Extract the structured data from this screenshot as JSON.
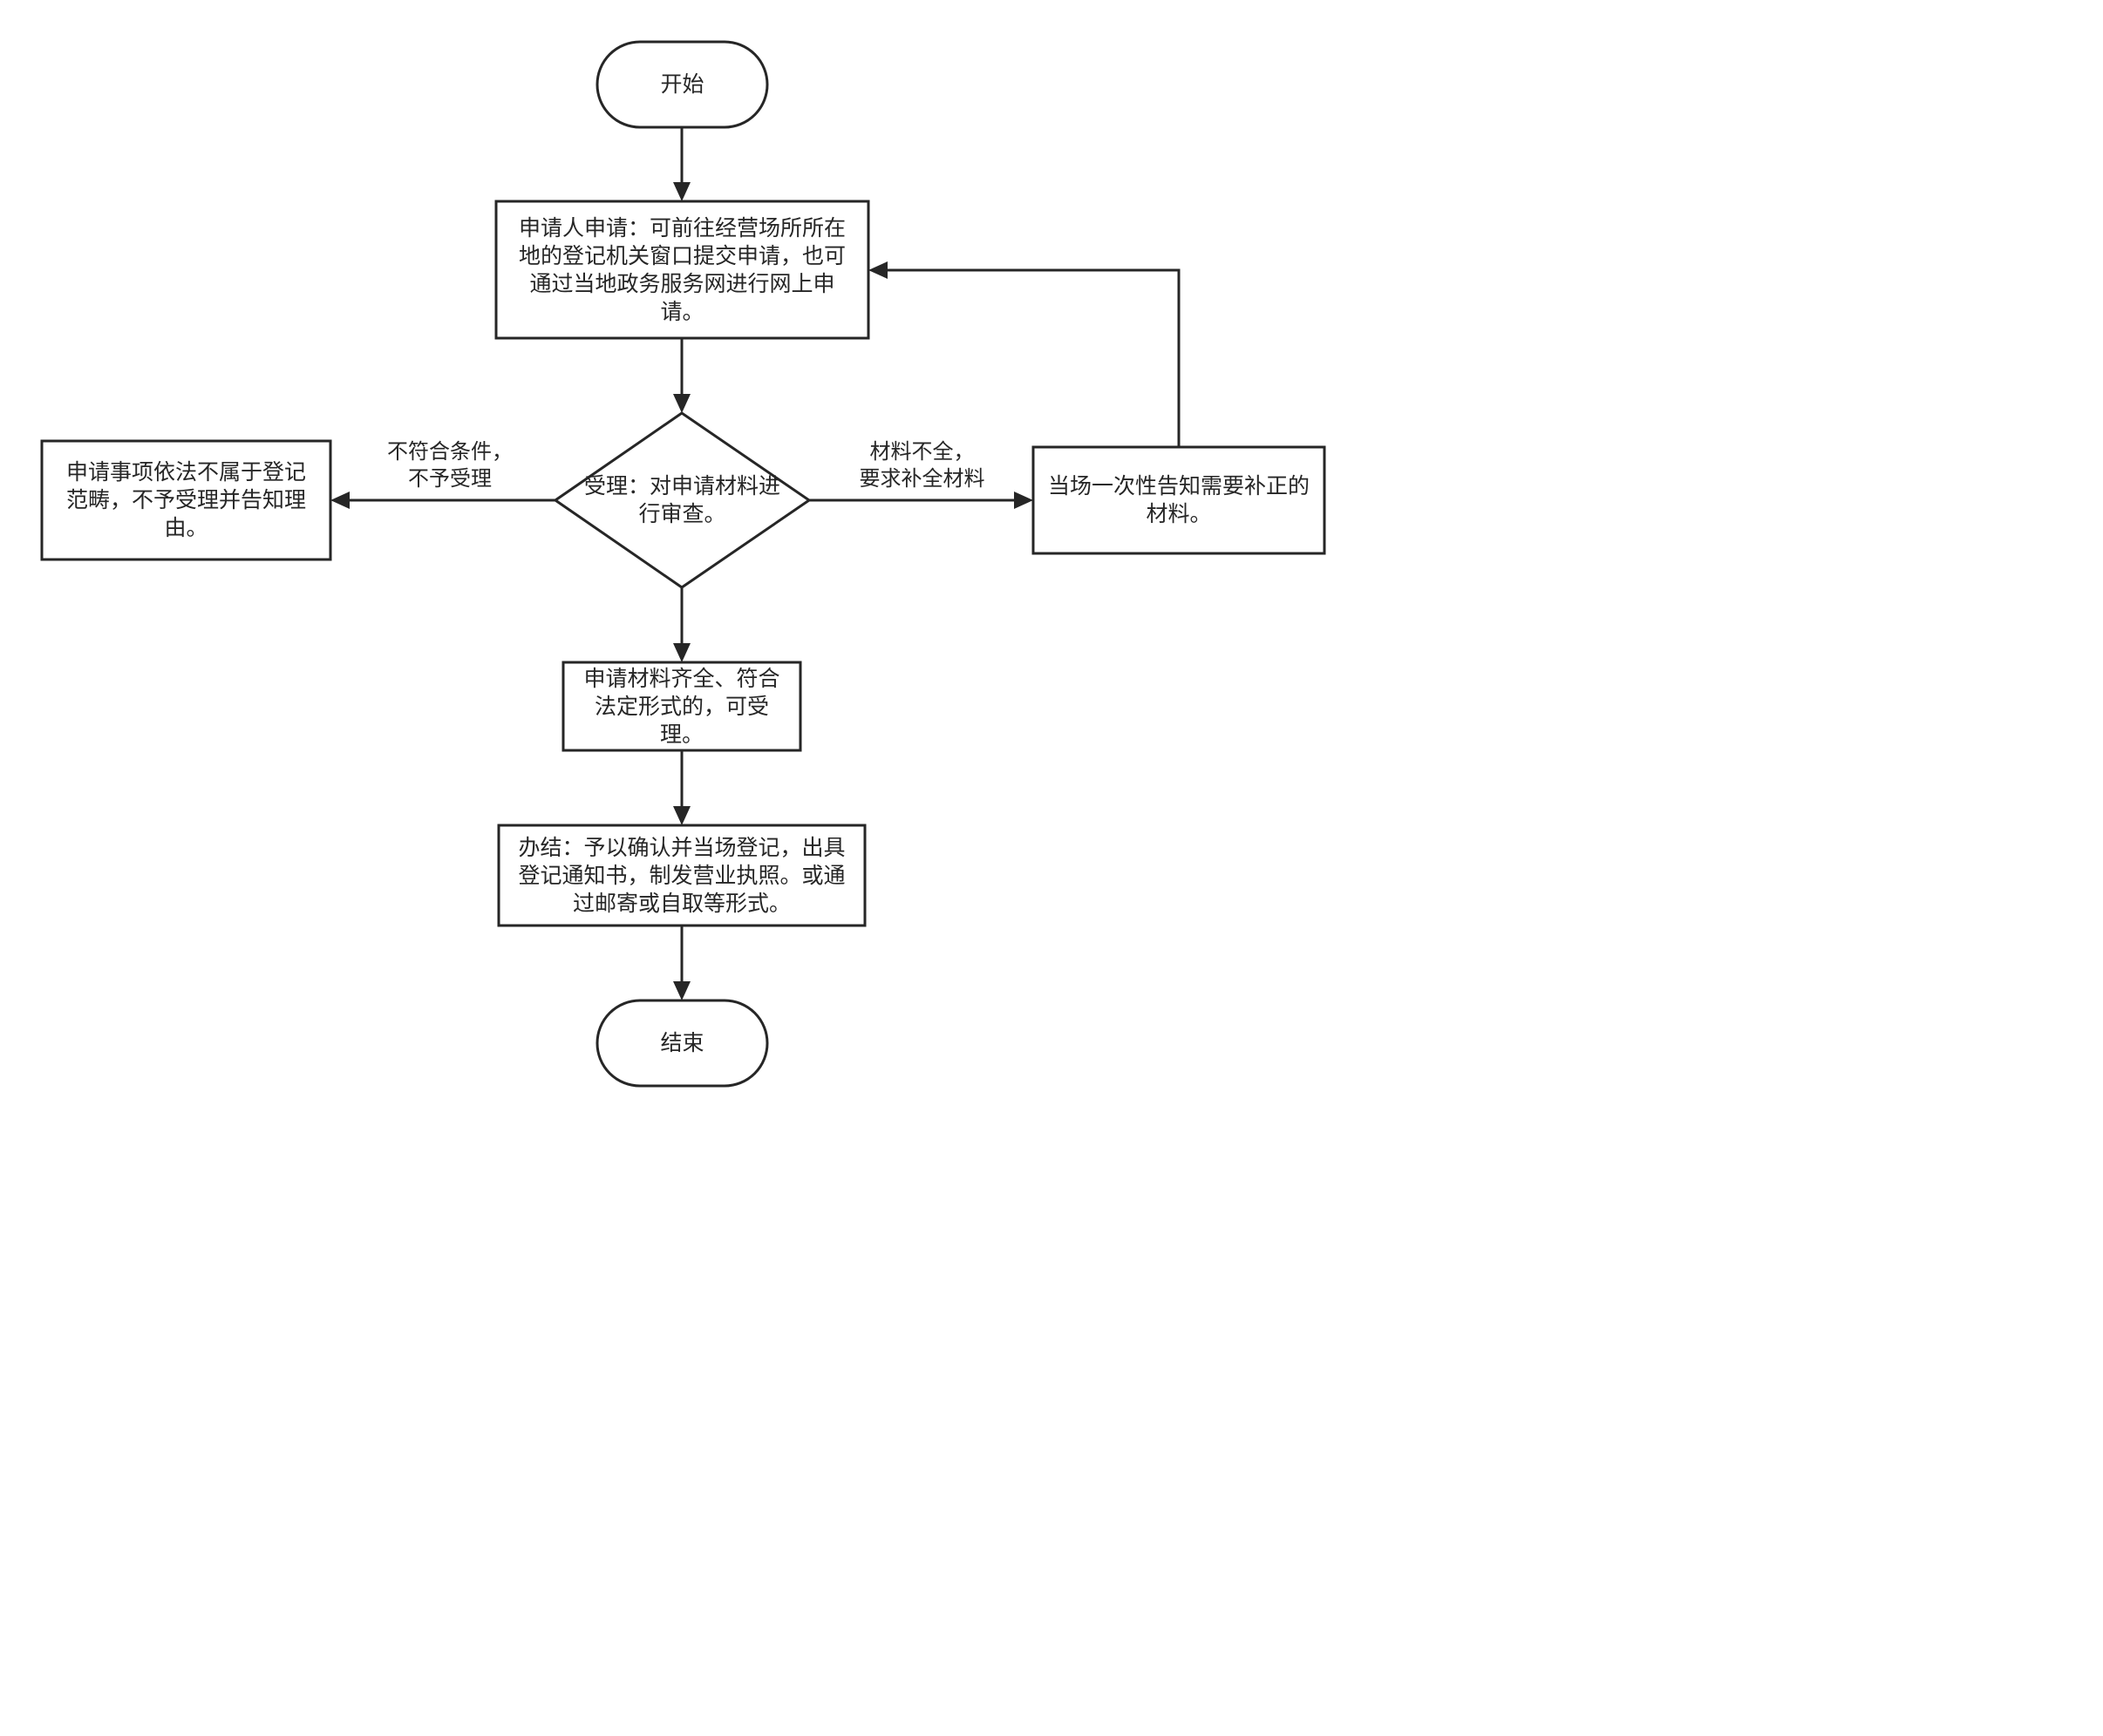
{
  "nodes": {
    "start": "开始",
    "apply": "申请人申请：可前往经营场所所在地的登记机关窗口提交申请，也可通过当地政务服务网进行网上申请。",
    "review": "受理：对申请材料进行审查。",
    "reject": "申请事项依法不属于登记范畴，不予受理并告知理由。",
    "supplement": "当场一次性告知需要补正的材料。",
    "accept": "申请材料齐全、符合法定形式的，可受理。",
    "finish": "办结：予以确认并当场登记，出具登记通知书，制发营业执照。或通过邮寄或自取等形式。",
    "end": "结束"
  },
  "edge_labels": {
    "reject_branch": "不符合条件，\n不予受理",
    "supplement_branch": "材料不全，\n要求补全材料"
  }
}
